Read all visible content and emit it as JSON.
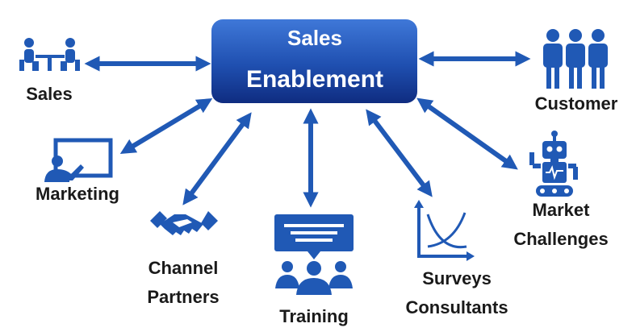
{
  "center": {
    "line1": "Sales",
    "line2": "Enablement"
  },
  "nodes": {
    "sales": {
      "label": "Sales"
    },
    "customer": {
      "label": "Customer"
    },
    "marketing": {
      "label": "Marketing"
    },
    "channel_partners": {
      "line1": "Channel",
      "line2": "Partners"
    },
    "training": {
      "label": "Training"
    },
    "surveys_consultants": {
      "line1": "Surveys",
      "line2": "Consultants"
    },
    "market_challenges": {
      "line1": "Market",
      "line2": "Challenges"
    }
  },
  "colors": {
    "accent": "#2059b5",
    "center_top": "#3a6fd0",
    "center_bottom": "#102f86",
    "text": "#1a1a1a"
  }
}
